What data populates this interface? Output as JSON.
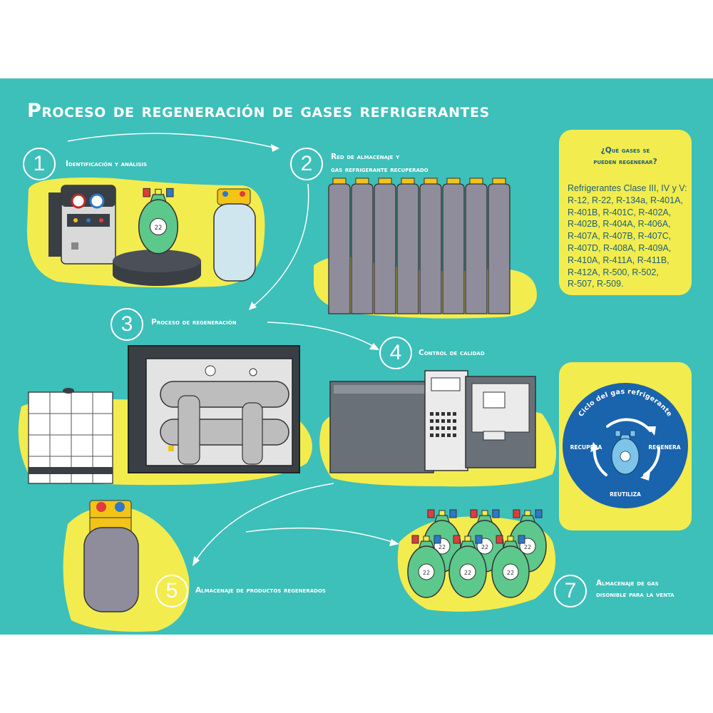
{
  "title": "Proceso de regeneración de gases refrigerantes",
  "steps": [
    {
      "number": "1",
      "label": "Identificación y análisis"
    },
    {
      "number": "2",
      "label_line1": "Red de almacenaje y",
      "label_line2": "gas refrigerante recuperado"
    },
    {
      "number": "3",
      "label": "Proceso de regeneración"
    },
    {
      "number": "4",
      "label": "Control de calidad"
    },
    {
      "number": "5",
      "label": "Almacenaje de productos regenerados"
    },
    {
      "number": "7",
      "label_line1": "Almacenaje de gas",
      "label_line2": "disonible para la venta"
    }
  ],
  "info_box": {
    "question_line1": "¿Qué gases se",
    "question_line2": "pueden regenerar?",
    "lines": [
      "Refrigerantes Clase III, IV y V:",
      "R-12, R-22, R-134a, R-401A,",
      "R-401B, R-401C, R-402A,",
      "R-402B, R-404A, R-406A,",
      "R-407A, R-407B, R-407C,",
      "R-407D, R-408A, R-409A,",
      "R-410A, R-411A, R-411B,",
      "R-412A, R-500, R-502,",
      "R-507, R-509."
    ]
  },
  "cycle": {
    "title": "Ciclo del gas refrigerante",
    "recupera": "RECUPERA",
    "regenera": "REGENERA",
    "reutiliza": "REUTILIZA"
  },
  "colors": {
    "background": "#3dbfba",
    "yellow": "#f3ec4e",
    "text_dark": "#1b5f7a",
    "cycle_blue": "#1a63ad",
    "cylinder_gray": "#8f8d9b",
    "gas_green": "#5dc88c"
  }
}
